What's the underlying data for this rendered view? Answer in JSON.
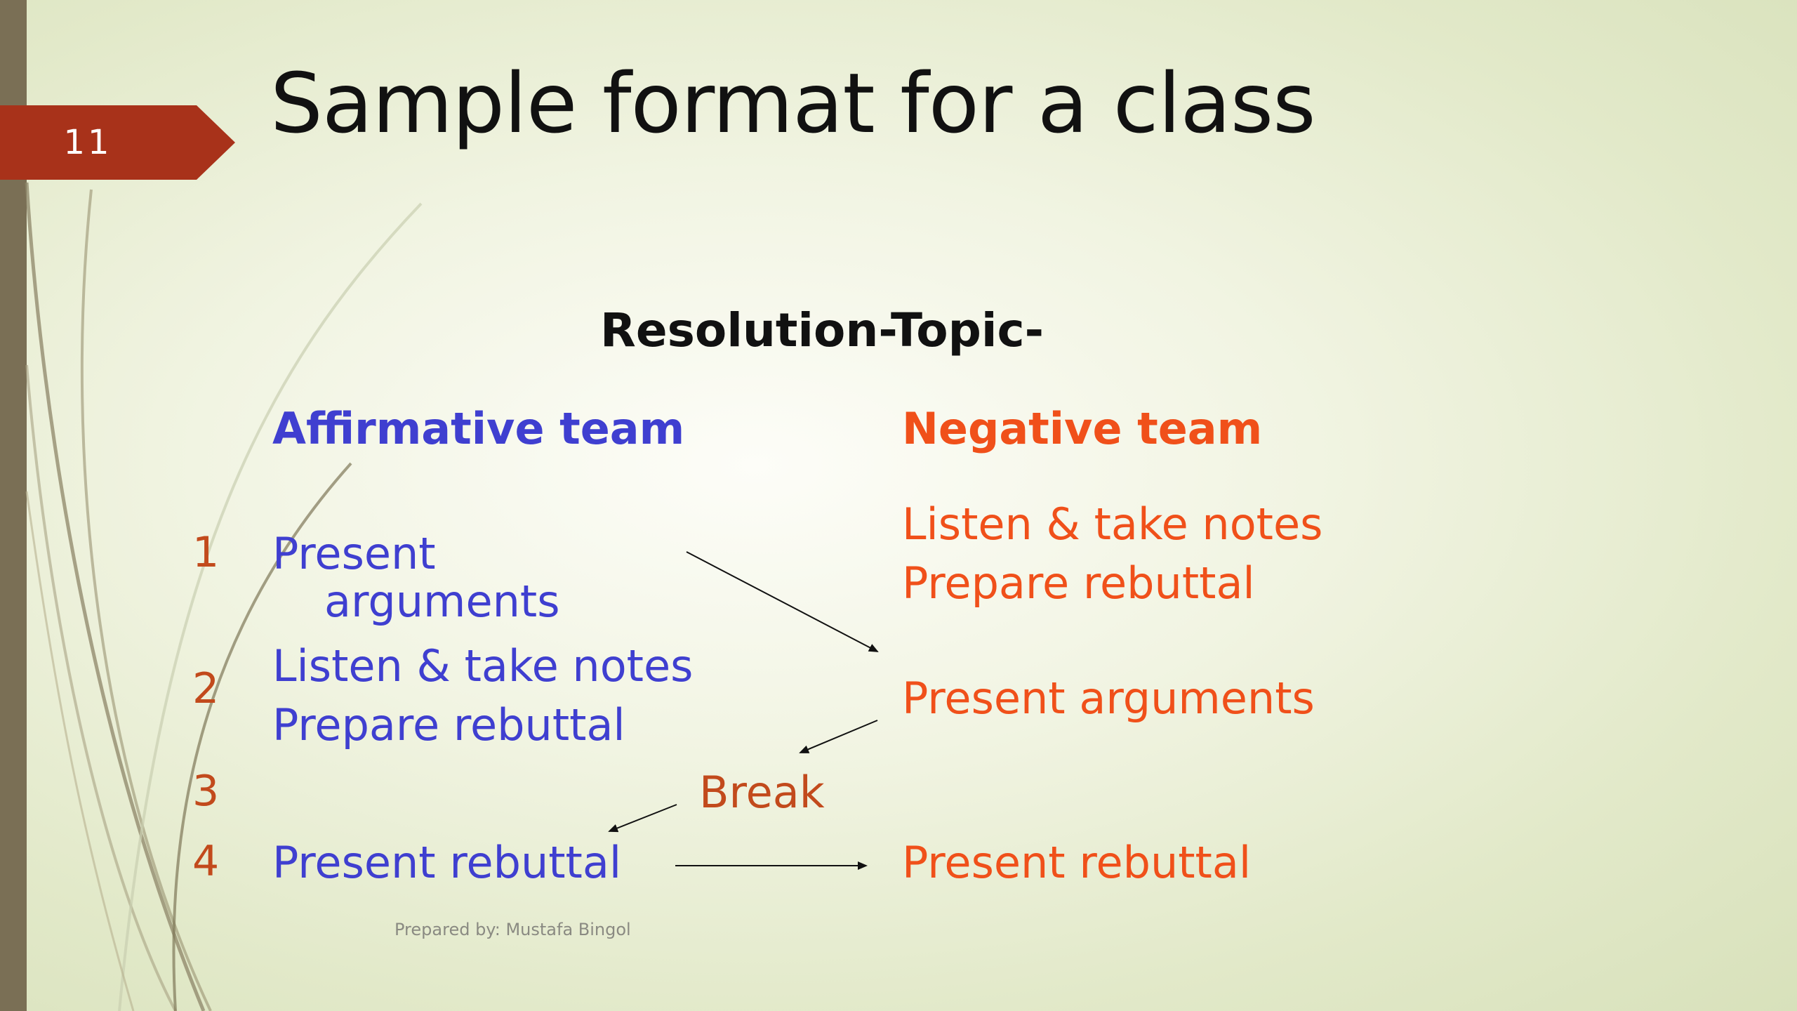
{
  "slide": {
    "number": "11",
    "title": "Sample format for a class",
    "resolution_label": "Resolution-Topic-",
    "footer": "Prepared by: Mustafa Bingol"
  },
  "teams": {
    "affirmative": {
      "header": "Affirmative team",
      "step1_line1": "Present",
      "step1_line2": "arguments",
      "step2_line1": "Listen & take notes",
      "step2_line2": "Prepare rebuttal",
      "step4": "Present rebuttal"
    },
    "negative": {
      "header": "Negative team",
      "step1_line1": "Listen & take notes",
      "step1_line2": "Prepare rebuttal",
      "step2": "Present arguments",
      "step4": "Present rebuttal"
    }
  },
  "steps": {
    "n1": "1",
    "n2": "2",
    "n3": "3",
    "n4": "4",
    "break_label": "Break"
  },
  "colors": {
    "accent_tab": "#a8321a",
    "affirmative": "#3f3fd0",
    "negative": "#f0501a",
    "step_numbers": "#c24a1c",
    "left_bar": "#7a6f55"
  }
}
